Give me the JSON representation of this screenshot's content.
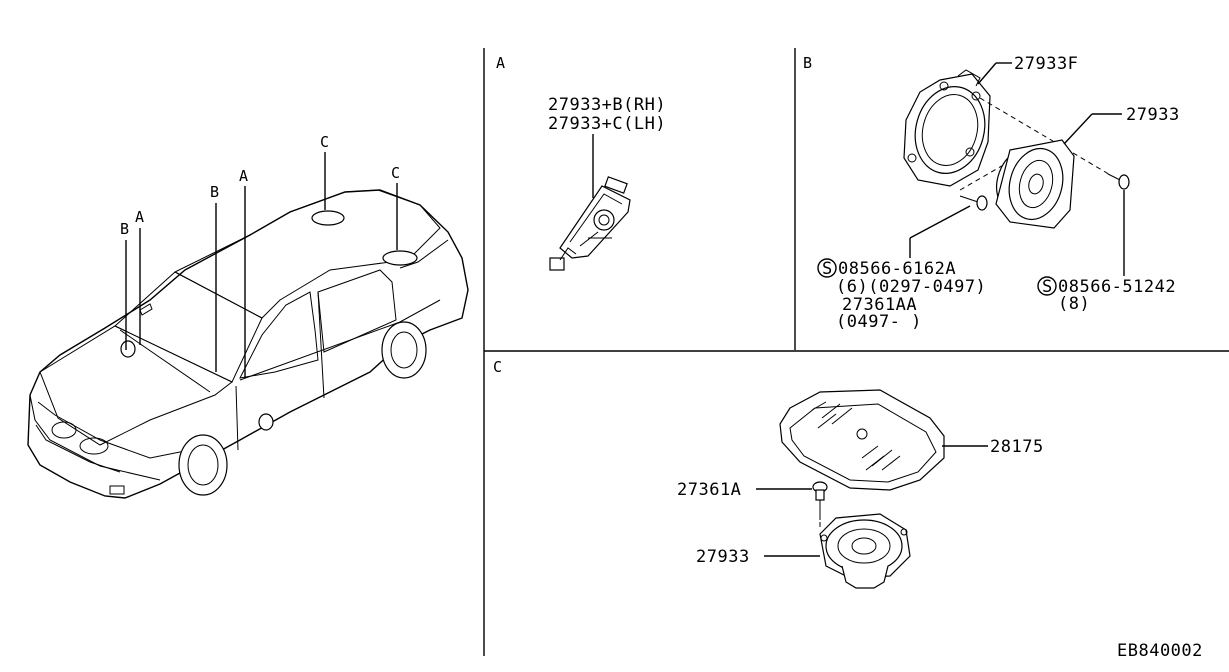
{
  "car_view": {
    "callouts": [
      "B",
      "A",
      "B",
      "A",
      "C",
      "C"
    ]
  },
  "section_a": {
    "title": "A",
    "part_rh": "27933+B(RH)",
    "part_lh": "27933+C(LH)"
  },
  "section_b": {
    "title": "B",
    "bracket_part": "27933F",
    "speaker_part": "27933",
    "screw1_symbol": "S",
    "screw1_part": "08566-6162A",
    "screw1_qty_date": "(6)(0297-0497)",
    "screw1_alt_part": "27361AA",
    "screw1_alt_date": "(0497-      )",
    "screw2_symbol": "S",
    "screw2_part": "08566-51242",
    "screw2_qty": "(8)"
  },
  "section_c": {
    "title": "C",
    "grille_part": "28175",
    "screw_part": "27361A",
    "speaker_part": "27933"
  },
  "diagram_code": "EB840002"
}
